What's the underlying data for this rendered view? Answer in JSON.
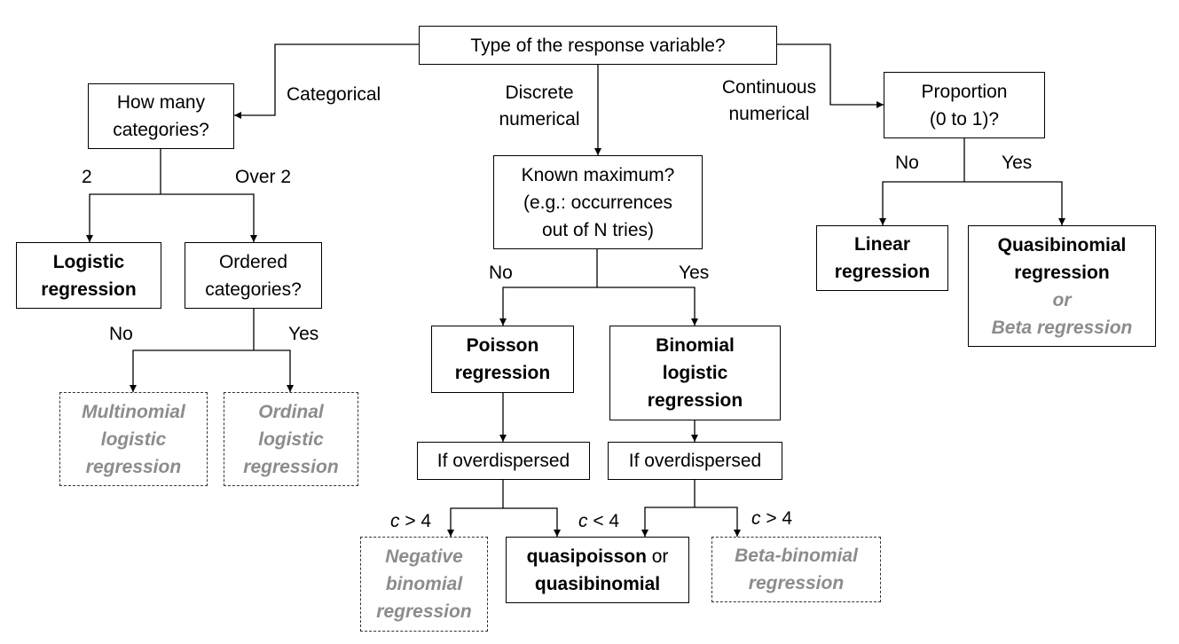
{
  "root": {
    "question": "Type of the response variable?"
  },
  "categorical": {
    "edge_label": "Categorical",
    "question": [
      "How many",
      "categories?"
    ],
    "two": {
      "edge_label": "2",
      "result": [
        "Logistic",
        "regression"
      ]
    },
    "over_two": {
      "edge_label": "Over 2",
      "question": [
        "Ordered",
        "categories?"
      ],
      "no": {
        "edge_label": "No",
        "result": [
          "Multinomial",
          "logistic",
          "regression"
        ]
      },
      "yes": {
        "edge_label": "Yes",
        "result": [
          "Ordinal",
          "logistic",
          "regression"
        ]
      }
    }
  },
  "discrete": {
    "edge_label": [
      "Discrete",
      "numerical"
    ],
    "question": [
      "Known maximum?",
      "(e.g.: occurrences",
      "out of N tries)"
    ],
    "no": {
      "edge_label": "No",
      "result": [
        "Poisson",
        "regression"
      ],
      "overdispersed": "If overdispersed",
      "c_gt": {
        "var": "c",
        "cond": " > 4",
        "result": [
          "Negative",
          "binomial",
          "regression"
        ]
      }
    },
    "yes": {
      "edge_label": "Yes",
      "result": [
        "Binomial",
        "logistic",
        "regression"
      ],
      "overdispersed": "If overdispersed",
      "c_lt": {
        "var": "c",
        "cond": " < 4"
      },
      "c_gt": {
        "var": "c",
        "cond": " > 4",
        "result": [
          "Beta-binomial",
          "regression"
        ]
      }
    },
    "shared_result": {
      "line1_bold": "quasipoisson",
      "line1_rest": " or",
      "line2_bold": "quasibinomial"
    }
  },
  "continuous": {
    "edge_label": [
      "Continuous",
      "numerical"
    ],
    "question": [
      "Proportion",
      "(0 to 1)?"
    ],
    "no": {
      "edge_label": "No",
      "result": [
        "Linear",
        "regression"
      ]
    },
    "yes": {
      "edge_label": "Yes",
      "result_bold": [
        "Quasibinomial",
        "regression"
      ],
      "result_or": "or",
      "result_alt": "Beta regression"
    }
  }
}
